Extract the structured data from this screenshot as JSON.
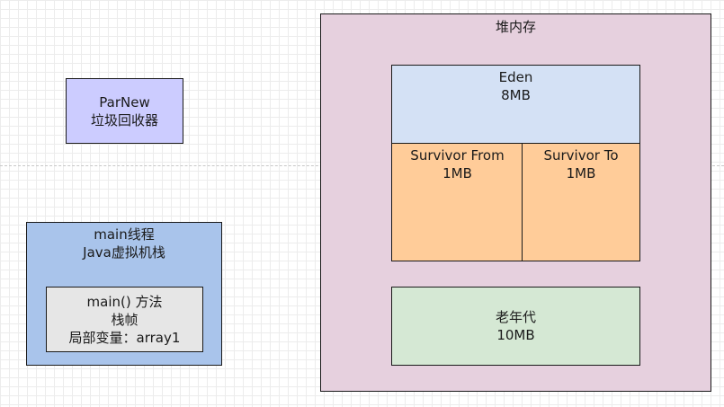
{
  "colors": {
    "parnew_fill": "#ccccff",
    "thread_fill": "#a9c4eb",
    "frame_fill": "#e6e6e6",
    "heap_fill": "#e6d0de",
    "eden_fill": "#d4e1f5",
    "survivor_fill": "#ffcc99",
    "old_fill": "#d5e8d4"
  },
  "parnew": {
    "line1": "ParNew",
    "line2": "垃圾回收器"
  },
  "thread": {
    "line1": "main线程",
    "line2": "Java虚拟机栈"
  },
  "frame": {
    "line1": "main() 方法",
    "line2": "栈帧",
    "line3": "局部变量：array1"
  },
  "heap": {
    "title": "堆内存"
  },
  "eden": {
    "name": "Eden",
    "size": "8MB"
  },
  "survivor_from": {
    "name": "Survivor From",
    "size": "1MB"
  },
  "survivor_to": {
    "name": "Survivor To",
    "size": "1MB"
  },
  "old_gen": {
    "name": "老年代",
    "size": "10MB"
  }
}
